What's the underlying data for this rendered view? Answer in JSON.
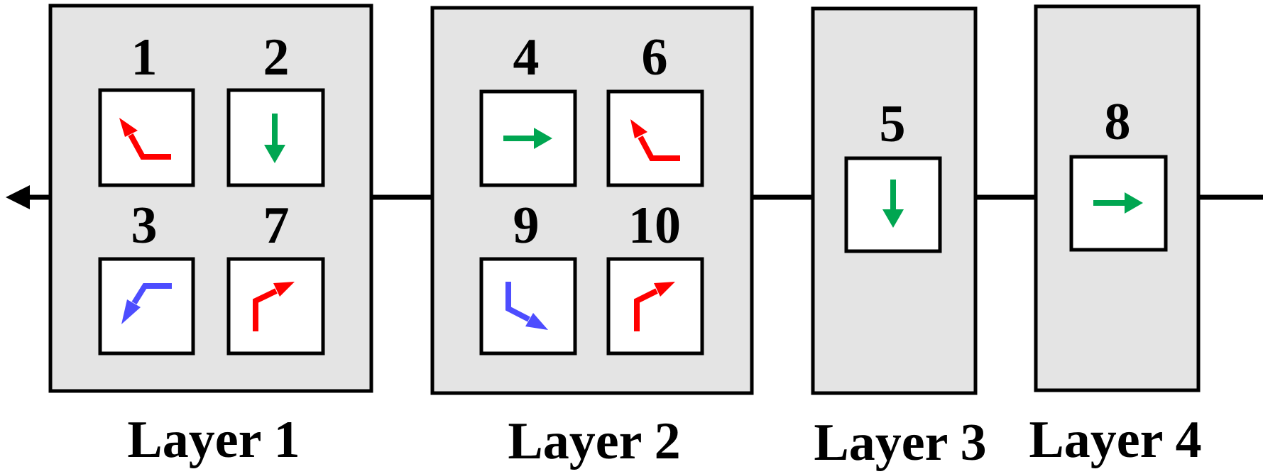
{
  "colors": {
    "red": "#ff0000",
    "green": "#00a651",
    "blue": "#4d4dff",
    "panel": "#e4e4e4",
    "line": "#000000"
  },
  "layers": [
    {
      "label": "Layer 1",
      "cells": [
        {
          "number": "1",
          "arrow": "turn-up-left",
          "color": "red"
        },
        {
          "number": "2",
          "arrow": "down",
          "color": "green"
        },
        {
          "number": "3",
          "arrow": "turn-down-left",
          "color": "blue"
        },
        {
          "number": "7",
          "arrow": "turn-up-right",
          "color": "red"
        }
      ]
    },
    {
      "label": "Layer 2",
      "cells": [
        {
          "number": "4",
          "arrow": "right",
          "color": "green"
        },
        {
          "number": "6",
          "arrow": "turn-up-left",
          "color": "red"
        },
        {
          "number": "9",
          "arrow": "turn-down-right",
          "color": "blue"
        },
        {
          "number": "10",
          "arrow": "turn-up-right",
          "color": "red"
        }
      ]
    },
    {
      "label": "Layer 3",
      "cells": [
        {
          "number": "5",
          "arrow": "down",
          "color": "green"
        }
      ]
    },
    {
      "label": "Layer 4",
      "cells": [
        {
          "number": "8",
          "arrow": "right",
          "color": "green"
        }
      ]
    }
  ]
}
